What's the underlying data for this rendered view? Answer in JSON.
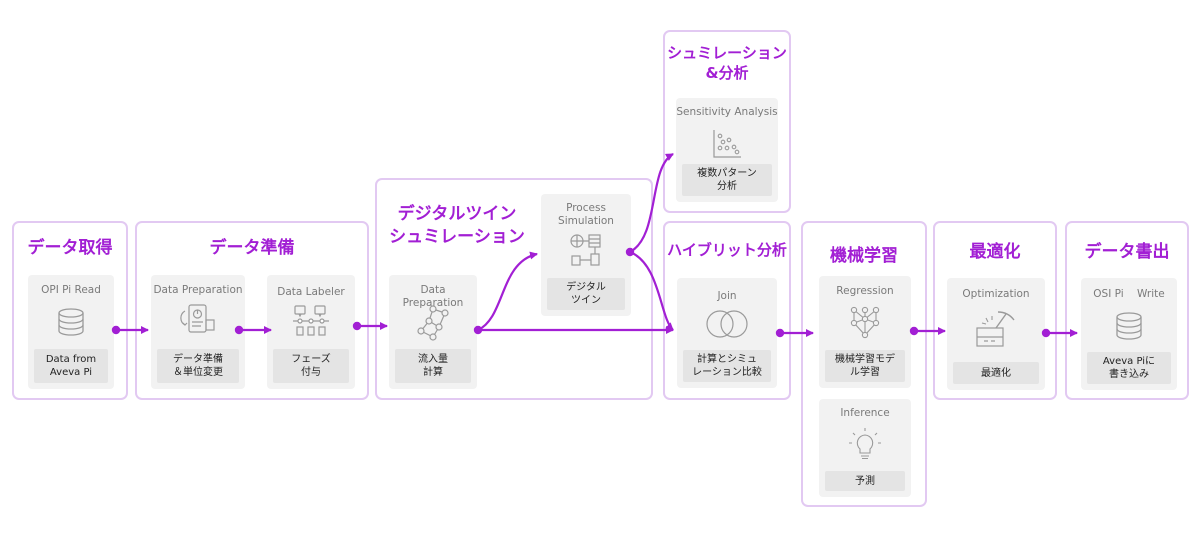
{
  "groups": {
    "acquire": {
      "title": "データ取得"
    },
    "prep": {
      "title": "データ準備"
    },
    "twin": {
      "title": "デジタルツイン\nシュミレーション"
    },
    "sim": {
      "title": "シュミレーション\n&分析"
    },
    "hybrid": {
      "title": "ハイブリット分析"
    },
    "ml": {
      "title": "機械学習"
    },
    "opt": {
      "title": "最適化"
    },
    "write": {
      "title": "データ書出"
    }
  },
  "cards": {
    "opi_read": {
      "label": "OPI Pi Read",
      "footer": "Data from\nAveva Pi",
      "icon": "database-icon"
    },
    "data_prep": {
      "label": "Data Preparation",
      "footer": "データ準備\n＆単位変更",
      "icon": "clipboard-chart-icon"
    },
    "data_labeler": {
      "label": "Data Labeler",
      "footer": "フェーズ\n付与",
      "icon": "labeler-icon"
    },
    "data_prep2": {
      "label": "Data Preparation",
      "footer": "流入量\n計算",
      "icon": "network-icon"
    },
    "process_sim": {
      "label": "Process\nSimulation",
      "footer": "デジタル\nツイン",
      "icon": "process-icon"
    },
    "sensitivity": {
      "label": "Sensitivity Analysis",
      "footer": "複数パターン\n分析",
      "icon": "scatter-icon"
    },
    "join": {
      "label": "Join",
      "footer": "計算とシミュ\nレーション比較",
      "icon": "venn-icon"
    },
    "regression": {
      "label": "Regression",
      "footer": "機械学習モデ\nル学習",
      "icon": "neural-icon"
    },
    "inference": {
      "label": "Inference",
      "footer": "予測",
      "icon": "lightbulb-icon"
    },
    "optimization": {
      "label": "Optimization",
      "footer": "最適化",
      "icon": "pickaxe-icon"
    },
    "osi_write": {
      "label": "OSI Pi    Write",
      "footer": "Aveva Piに\n書き込み",
      "icon": "database-icon"
    }
  },
  "colors": {
    "accent": "#a21fd4",
    "border": "#e2c9f2",
    "card": "#f2f2f2"
  }
}
